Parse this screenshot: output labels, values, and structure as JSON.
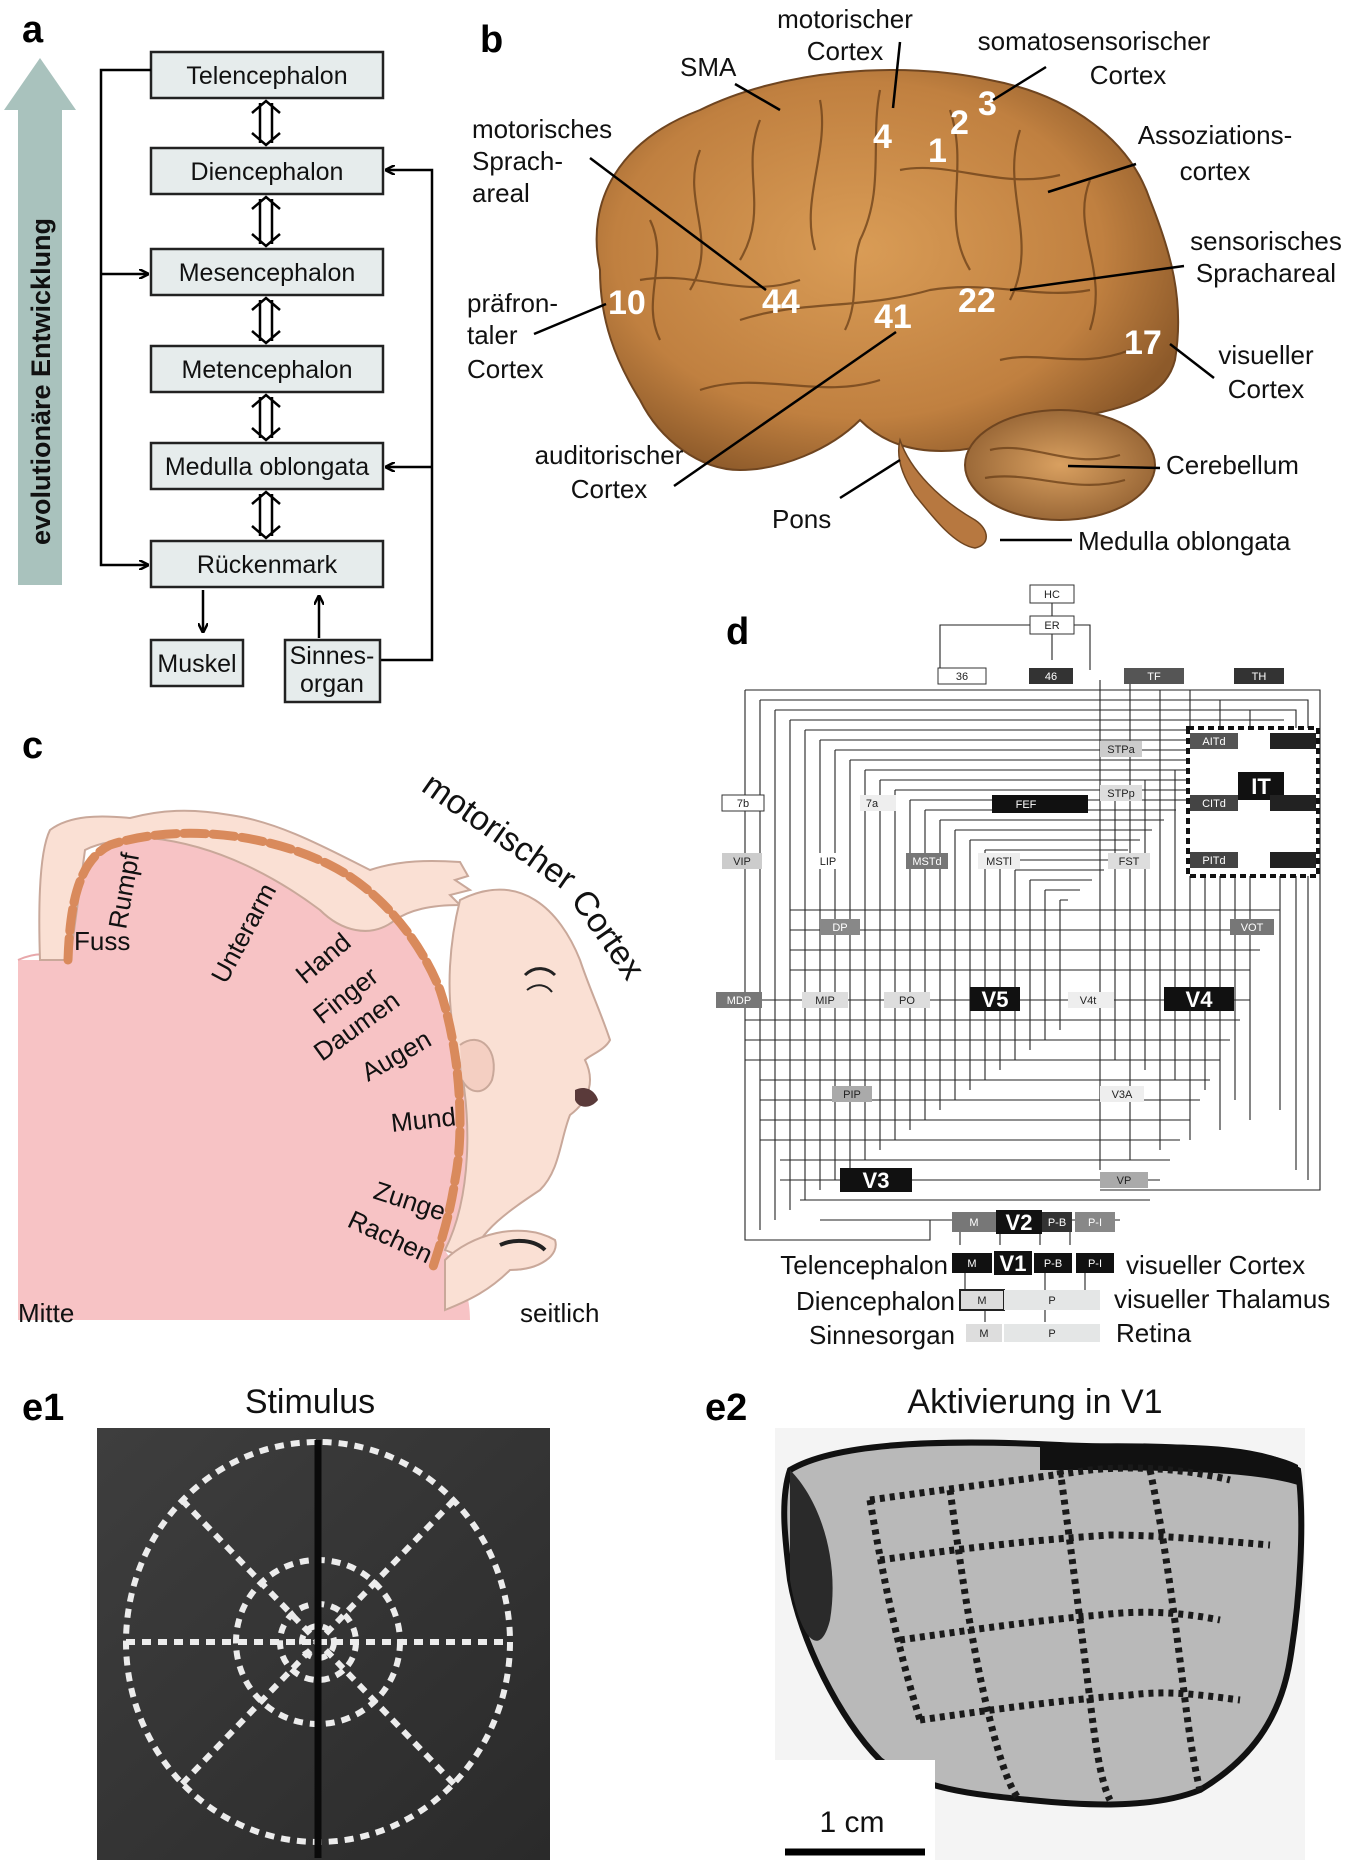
{
  "panels": {
    "a": "a",
    "b": "b",
    "c": "c",
    "d": "d",
    "e1": "e1",
    "e2": "e2"
  },
  "panel_a": {
    "arrow_label": "evolutionäre Entwicklung",
    "boxes": [
      "Telencephalon",
      "Diencephalon",
      "Mesencephalon",
      "Metencephalon",
      "Medulla oblongata",
      "Rückenmark"
    ],
    "muscle": "Muskel",
    "sense_1": "Sinnes-",
    "sense_2": "organ",
    "arrow_color": "#a9c2bd",
    "box_color": "#e6ecec"
  },
  "panel_b": {
    "motor_1": "motorischer",
    "motor_2": "Cortex",
    "soma_1": "somatosensorischer",
    "soma_2": "Cortex",
    "sma": "SMA",
    "sprach_1": "motorisches",
    "sprach_2": "Sprach-",
    "sprach_3": "areal",
    "assoz_1": "Assoziations-",
    "assoz_2": "cortex",
    "sens_1": "sensorisches",
    "sens_2": "Sprachareal",
    "pref_1": "präfron-",
    "pref_2": "taler",
    "pref_3": "Cortex",
    "vis_1": "visueller",
    "vis_2": "Cortex",
    "aud_1": "auditorischer",
    "aud_2": "Cortex",
    "cerebellum": "Cerebellum",
    "pons": "Pons",
    "medulla": "Medulla oblongata",
    "numbers": [
      "4",
      "1",
      "2",
      "3",
      "44",
      "22",
      "10",
      "41",
      "17"
    ],
    "brain_color": "#c98a45"
  },
  "panel_c": {
    "title_1": "motorischer",
    "title_2": "Cortex",
    "parts": [
      "Rumpf",
      "Fuss",
      "Unterarm",
      "Hand",
      "Finger",
      "Daumen",
      "Augen",
      "Mund",
      "Zunge",
      "Rachen"
    ],
    "mitte": "Mitte",
    "seitlich": "seitlich",
    "skin_color": "#f7c3c5",
    "cortex_color": "#d98a5c"
  },
  "panel_d": {
    "areas": {
      "hc": "HC",
      "er": "ER",
      "a36": "36",
      "a46": "46",
      "tf": "TF",
      "th": "TH",
      "stpa": "STPa",
      "aitd": "AITd",
      "it": "IT",
      "a7b": "7b",
      "a7a": "7a",
      "fef": "FEF",
      "stpp": "STPp",
      "citd": "CITd",
      "vip": "VIP",
      "lip": "LIP",
      "mstd": "MSTd",
      "msti": "MSTl",
      "fst": "FST",
      "pitd": "PITd",
      "dp": "DP",
      "vot": "VOT",
      "mdp": "MDP",
      "mip": "MIP",
      "po": "PO",
      "v5": "V5",
      "v4t": "V4t",
      "v4": "V4",
      "pip": "PIP",
      "v3a": "V3A",
      "v3": "V3",
      "vp": "VP",
      "m": "M",
      "v2": "V2",
      "pb": "P-B",
      "pi": "P-I",
      "v1": "V1",
      "p": "P"
    },
    "left_labels": [
      "Telencephalon",
      "Diencephalon",
      "Sinnesorgan"
    ],
    "right_labels": [
      "visueller Cortex",
      "visueller Thalamus",
      "Retina"
    ]
  },
  "panel_e": {
    "stimulus": "Stimulus",
    "activation": "Aktivierung in V1",
    "scale": "1 cm"
  }
}
